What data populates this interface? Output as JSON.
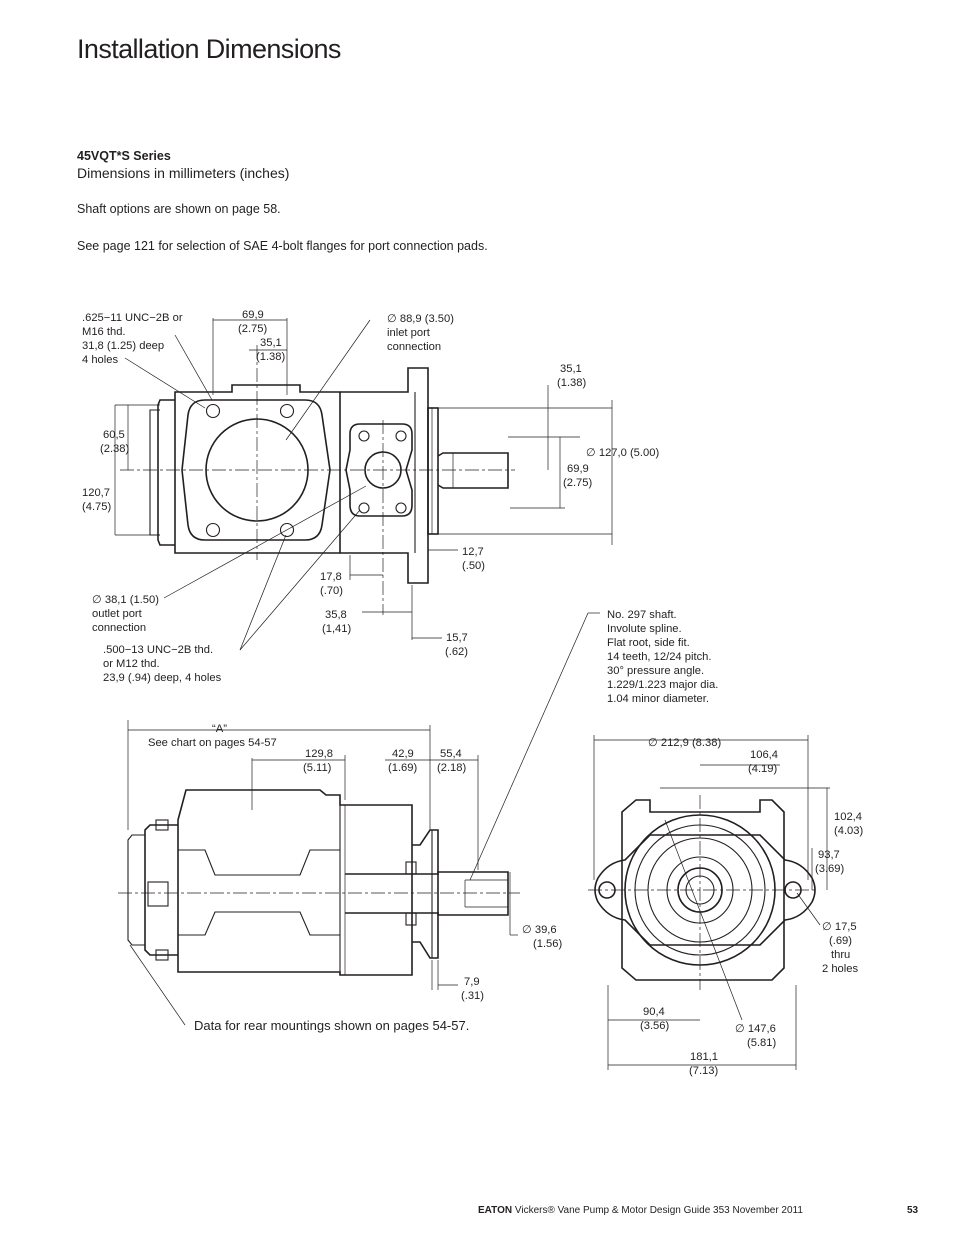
{
  "header": {
    "title": "Installation Dimensions",
    "series": "45VQT*S Series",
    "units_note": "Dimensions in millimeters (inches)",
    "shaft_note": "Shaft options are shown on page 58.",
    "flange_note": "See page 121 for selection of SAE 4-bolt flanges for port connection pads."
  },
  "top_view": {
    "inlet_holes": [
      ".625−11 UNC−2B or",
      "M16 thd.",
      "31,8 (1.25) deep",
      "4 holes"
    ],
    "d69_9": "69,9",
    "d69_9_in": "(2.75)",
    "d35_1": "35,1",
    "d35_1_in": "(1.38)",
    "inlet_port": [
      "∅ 88,9 (3.50)",
      "inlet port",
      "connection"
    ],
    "d35_1_right": "35,1",
    "d35_1_right_in": "(1.38)",
    "d127": "∅ 127,0 (5.00)",
    "d69_9_right": "69,9",
    "d69_9_right_in": "(2.75)",
    "d60_5": "60,5",
    "d60_5_in": "(2.38)",
    "d120_7": "120,7",
    "d120_7_in": "(4.75)",
    "d12_7": "12,7",
    "d12_7_in": "(.50)",
    "d17_8": "17,8",
    "d17_8_in": "(.70)",
    "d35_8": "35,8",
    "d35_8_in": "(1,41)",
    "d15_7": "15,7",
    "d15_7_in": "(.62)",
    "outlet_port": [
      "∅ 38,1 (1.50)",
      "outlet port",
      "connection"
    ],
    "outlet_holes": [
      ".500−13 UNC−2B thd.",
      "or M12 thd.",
      "23,9 (.94) deep, 4 holes"
    ]
  },
  "shaft_note": [
    "No. 297 shaft.",
    "Involute spline.",
    "Flat root, side fit.",
    "14 teeth, 12/24 pitch.",
    "30° pressure angle.",
    "1.229/1.223 major dia.",
    "1.04 minor diameter."
  ],
  "side_view": {
    "dim_a": "“A”",
    "dim_a_note": "See chart on pages 54-57",
    "d129_8": "129,8",
    "d129_8_in": "(5.11)",
    "d42_9": "42,9",
    "d42_9_in": "(1.69)",
    "d55_4": "55,4",
    "d55_4_in": "(2.18)",
    "d39_6": "∅ 39,6",
    "d39_6_in": "(1.56)",
    "d7_9": "7,9",
    "d7_9_in": "(.31)",
    "rear_note": "Data for rear mountings shown on pages 54-57."
  },
  "end_view": {
    "d212_9": "∅ 212,9 (8.38)",
    "d106_4": "106,4",
    "d106_4_in": "(4.19)",
    "d102_4": "102,4",
    "d102_4_in": "(4.03)",
    "d93_7": "93,7",
    "d93_7_in": "(3.69)",
    "d17_5": [
      "∅ 17,5",
      "(.69)",
      "thru",
      "2 holes"
    ],
    "d90_4": "90,4",
    "d90_4_in": "(3.56)",
    "d147_6": "∅ 147,6",
    "d147_6_in": "(5.81)",
    "d181_1": "181,1",
    "d181_1_in": "(7.13)"
  },
  "footer": {
    "brand": "EATON",
    "text": "Vickers® Vane Pump & Motor Design Guide  353  November 2011",
    "page": "53"
  }
}
